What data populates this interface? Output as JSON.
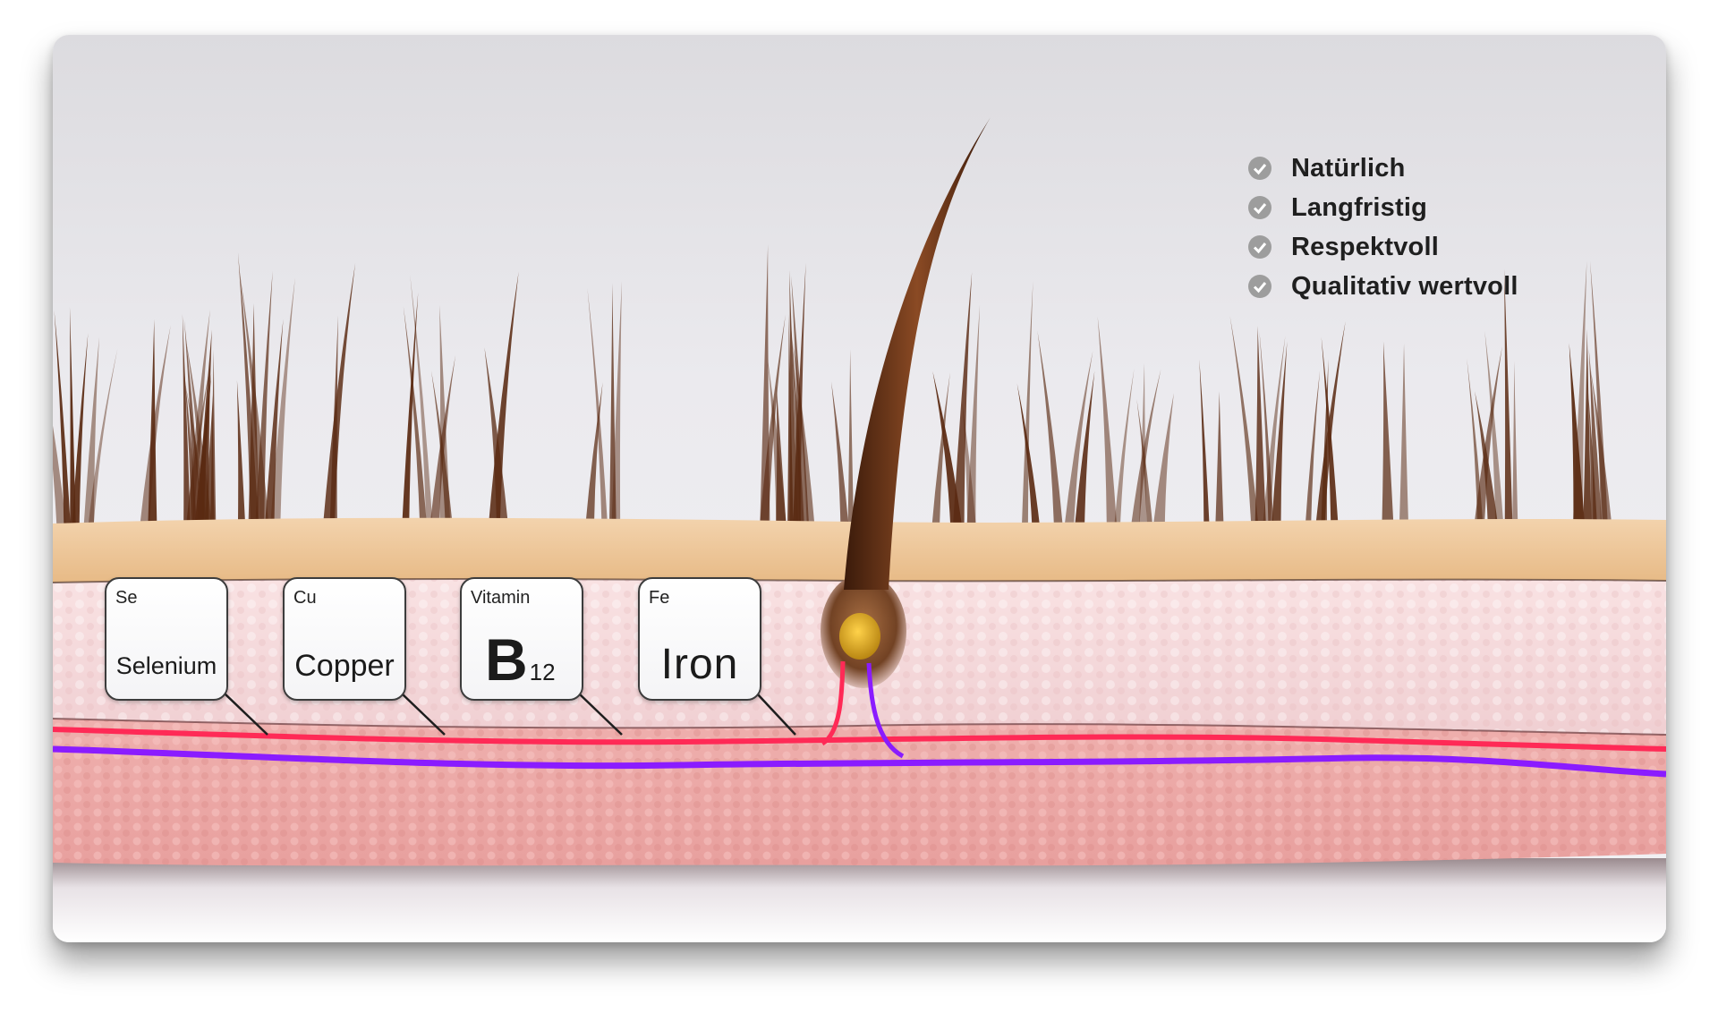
{
  "benefits": [
    {
      "label": "Natürlich",
      "icon": "check-circle-icon"
    },
    {
      "label": "Langfristig",
      "icon": "check-circle-icon"
    },
    {
      "label": "Respektvoll",
      "icon": "check-circle-icon"
    },
    {
      "label": "Qualitativ wertvoll",
      "icon": "check-circle-icon"
    }
  ],
  "nutrients": [
    {
      "symbol": "Se",
      "name": "Selenium"
    },
    {
      "symbol": "Cu",
      "name": "Copper"
    },
    {
      "symbol": "Vitamin",
      "name": "B",
      "subscript": "12"
    },
    {
      "symbol": "Fe",
      "name": "Iron"
    }
  ],
  "colors": {
    "artery": "#ff2a56",
    "vein": "#8a1cff",
    "epidermis": "#f0c99a",
    "dermis": "#f6d8db",
    "hypodermis": "#eda3a3",
    "hair": "#5a2a12",
    "bulb": "#d9a520"
  }
}
